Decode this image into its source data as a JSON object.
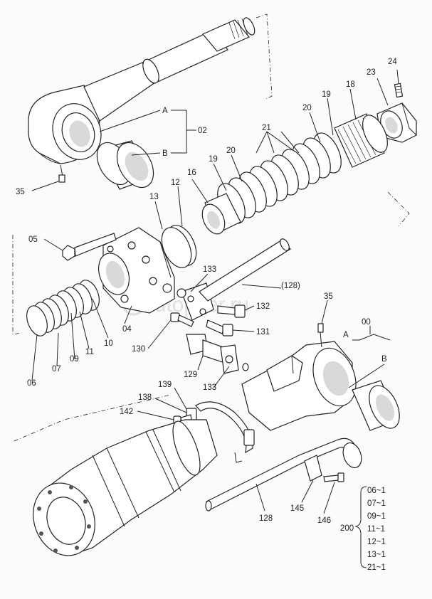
{
  "watermark": "autopiter.ru",
  "callouts": {
    "c35a": "35",
    "cA_top": "A",
    "cB_top": "B",
    "c02": "02",
    "c13": "13",
    "c12": "12",
    "c16": "16",
    "c19a": "19",
    "c20a": "20",
    "c21": "21",
    "c20b": "20",
    "c19b": "19",
    "c18": "18",
    "c23": "23",
    "c24": "24",
    "c05": "05",
    "c133a": "133",
    "c128p": "(128)",
    "c132": "132",
    "c131": "131",
    "c04": "04",
    "c10": "10",
    "c11": "11",
    "c09": "09",
    "c07": "07",
    "c06": "06",
    "c130": "130",
    "c129": "129",
    "c133b": "133",
    "c35b": "35",
    "c00": "00",
    "cA_bot": "A",
    "cB_bot": "B",
    "c139": "139",
    "c138": "138",
    "c142": "142",
    "c128": "128",
    "c145": "145",
    "c146": "146",
    "c200": "200"
  },
  "kit_200": [
    "06~1",
    "07~1",
    "09~1",
    "11~1",
    "12~1",
    "13~1",
    "21~1"
  ]
}
